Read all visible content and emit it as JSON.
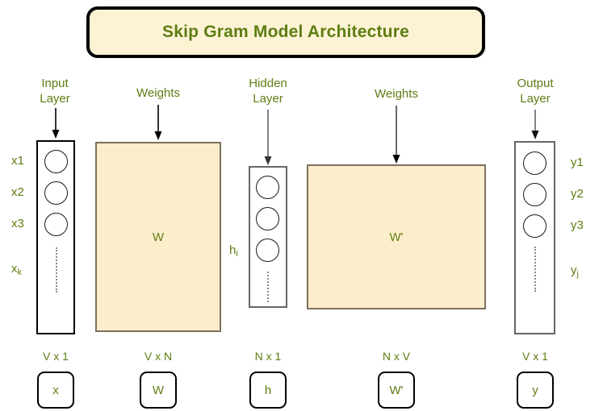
{
  "title": {
    "text": "Skip Gram Model Architecture",
    "bg_color": "#fdf3d4",
    "text_color": "#5d7d12",
    "border_color": "#000000"
  },
  "accent_color": "#5d7d12",
  "matrix_fill_color": "#fdeecb",
  "matrix_border_color": "#7d6f5d",
  "columns": {
    "input_layer": {
      "heading": "Input\nLayer",
      "node_labels": [
        "x1",
        "x2",
        "x3"
      ],
      "ellipsis_label_base": "x",
      "ellipsis_label_sub": "k",
      "dim": "V x 1",
      "token": "x"
    },
    "weights_1": {
      "heading": "Weights",
      "matrix_label": "W",
      "dim": "V x N",
      "token": "W"
    },
    "hidden_layer": {
      "heading": "Hidden\nLayer",
      "side_label_base": "h",
      "side_label_sub": "i",
      "dim": "N x 1",
      "token": "h"
    },
    "weights_2": {
      "heading": "Weights",
      "matrix_label": "W'",
      "dim": "N x V",
      "token": "W'"
    },
    "output_layer": {
      "heading": "Output\nLayer",
      "node_labels": [
        "y1",
        "y2",
        "y3"
      ],
      "ellipsis_label_base": "y",
      "ellipsis_label_sub": "j",
      "dim": "V x 1",
      "token": "y"
    }
  }
}
